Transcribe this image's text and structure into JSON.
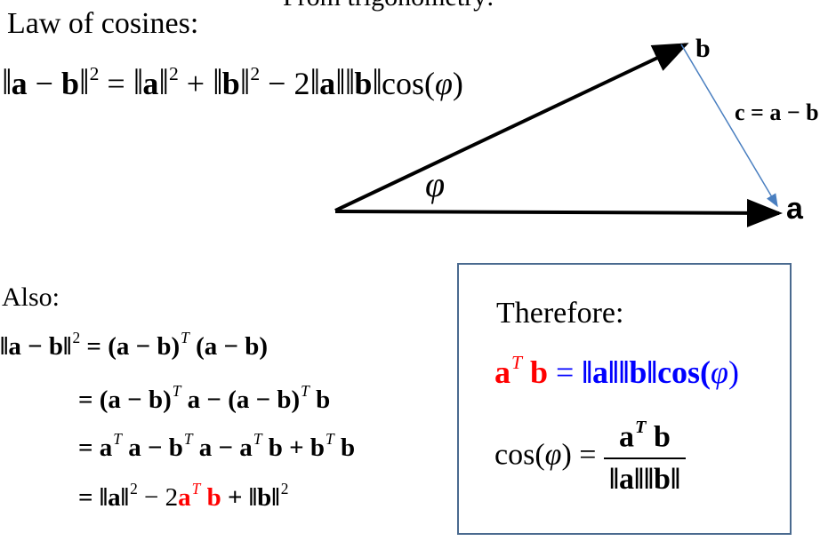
{
  "header_partial": "From trigonometry:",
  "law_title": "Law of cosines:",
  "law_eq": {
    "norm": "‖",
    "a": "a",
    "b": "b",
    "minus": " − ",
    "sq": "2",
    "eq": " = ",
    "plus": " + ",
    "minus2": " − 2",
    "cos": "cos(",
    "phi": "φ",
    "close": ")"
  },
  "diagram": {
    "label_b": "b",
    "label_a": "a",
    "label_c": "c = a − b",
    "label_phi": "φ",
    "colors": {
      "ab_arrows": "#000000",
      "c_arrow": "#4a7fc0"
    }
  },
  "also_title": "Also:",
  "also_lines": {
    "l1_lhs": "‖a − b‖",
    "l1_rhs": " = (a − b)",
    "l1_rhs2": " (a − b)",
    "l2": " = (a − b)",
    "l2b": " a − (a − b)",
    "l2c": " b",
    "l3": " = a",
    "l3b": " a − b",
    "l3c": " a − a",
    "l3d": " b + b",
    "l3e": " b",
    "l4": " = ‖a‖",
    "l4b": " − 2",
    "l4_red_a": "a",
    "l4_red_b": " b",
    "l4c": " + ‖b‖",
    "T": "T",
    "sq": "2"
  },
  "box": {
    "title": "Therefore:",
    "eq1_lhs_a": "a",
    "eq1_lhs_b": " b",
    "eq1_eq": " = ",
    "eq1_rhs": "‖a‖‖b‖cos(",
    "eq1_phi": "φ",
    "eq1_close": ")",
    "eq2_lhs": "cos(",
    "eq2_phi": "φ",
    "eq2_close": ") = ",
    "eq2_num_a": "a",
    "eq2_num_b": " b",
    "eq2_den": "‖a‖‖b‖",
    "T": "T",
    "colors": {
      "red": "#ff0000",
      "blue": "#0000ff",
      "border": "#4a6a8f"
    }
  }
}
